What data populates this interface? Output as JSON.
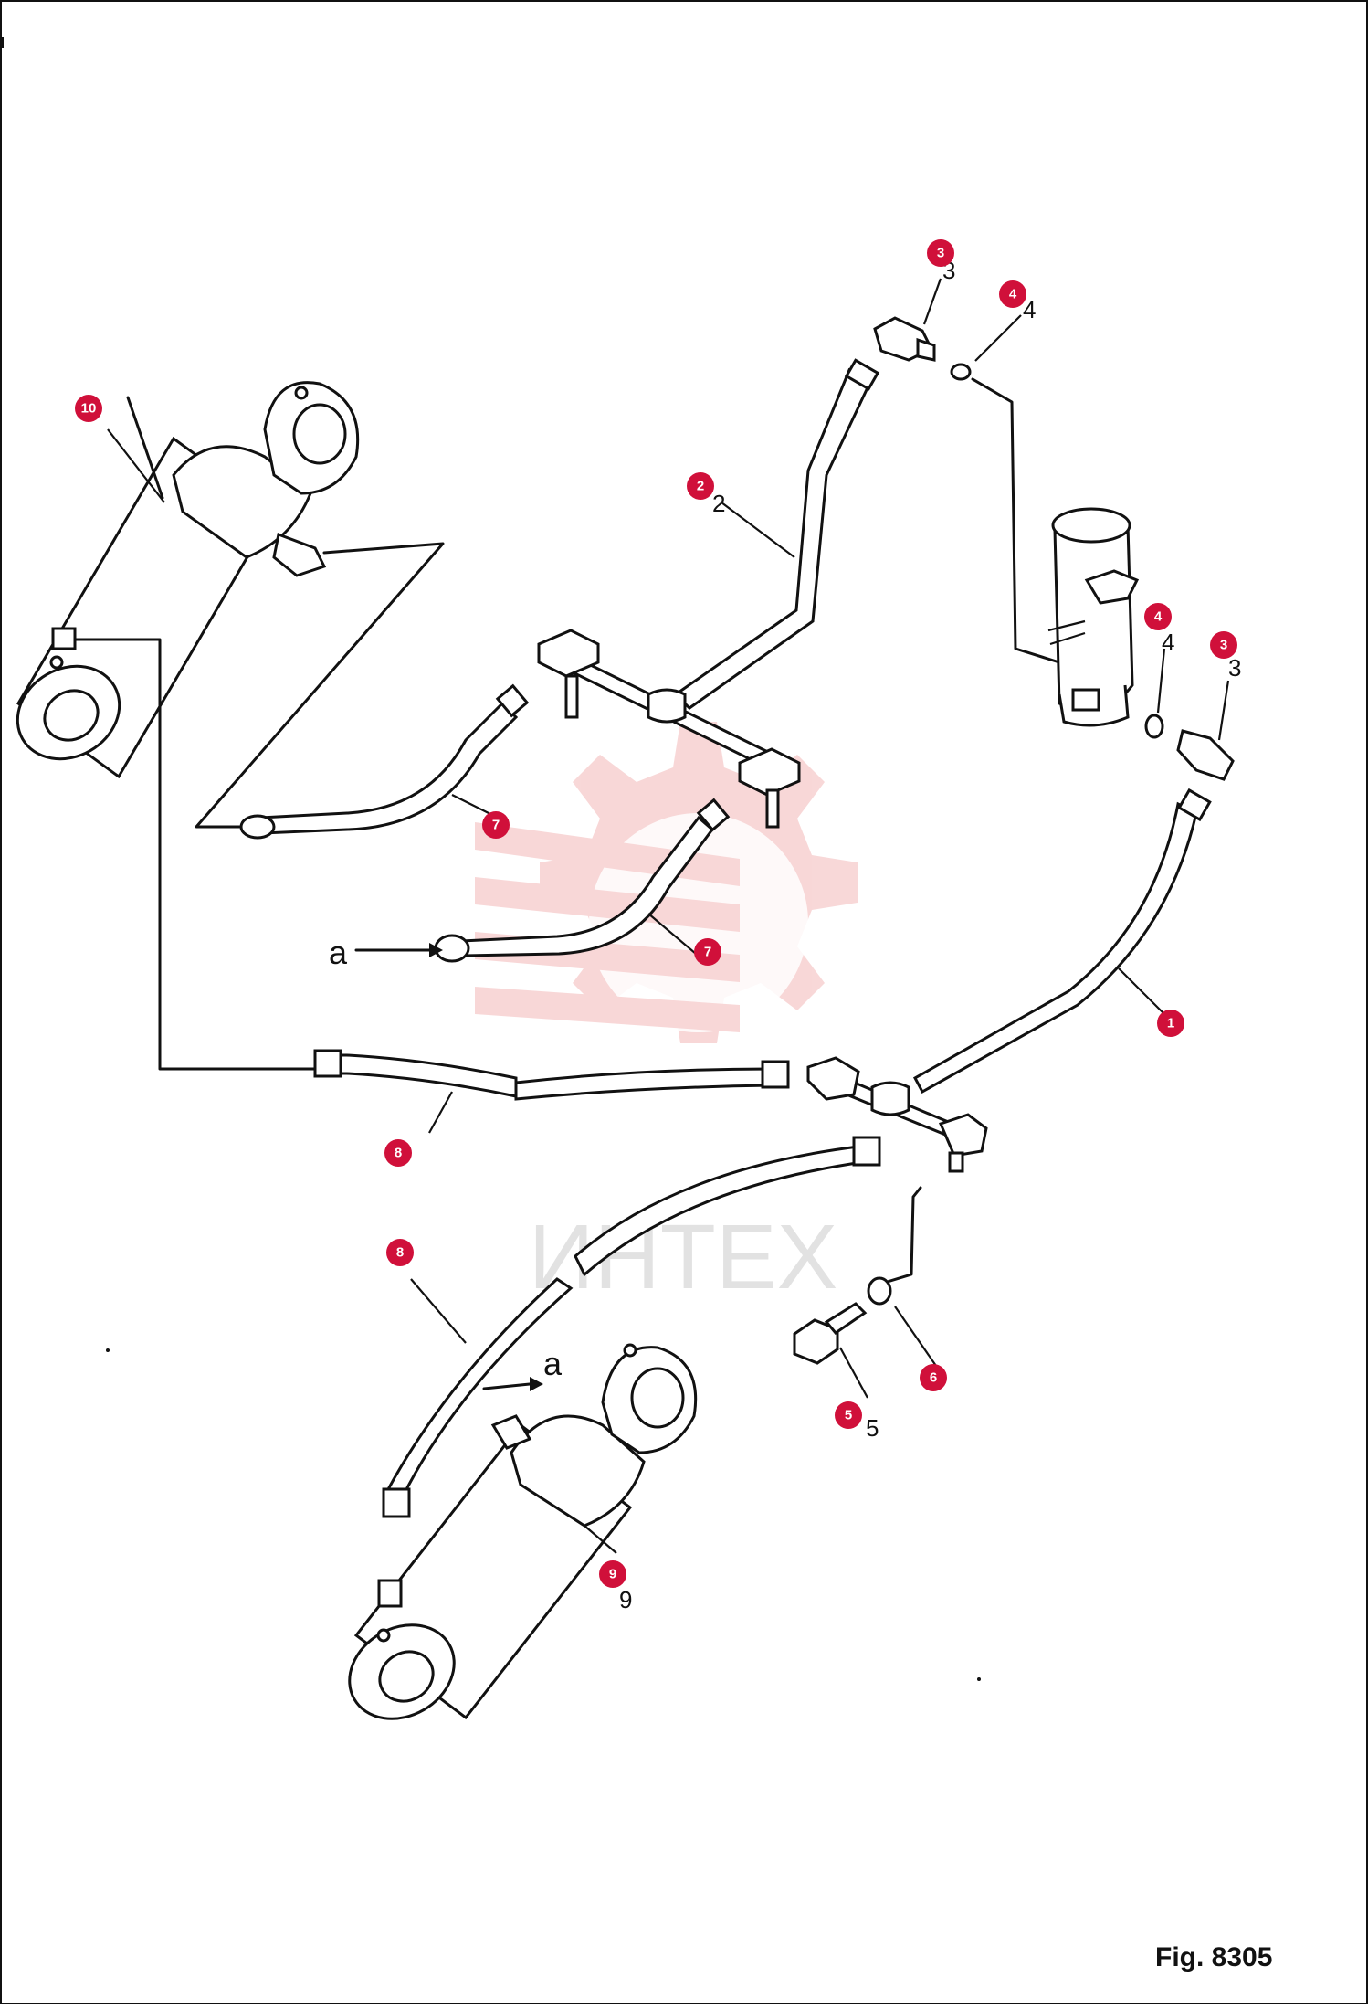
{
  "figure": {
    "caption": "Fig. 8305"
  },
  "watermark": {
    "text": "ИНТЕХ",
    "color": "#f5c2c2"
  },
  "markers": [
    {
      "id": "m-3a",
      "label": "3"
    },
    {
      "id": "m-4a",
      "label": "4"
    },
    {
      "id": "m-10",
      "label": "10"
    },
    {
      "id": "m-2",
      "label": "2"
    },
    {
      "id": "m-4b",
      "label": "4"
    },
    {
      "id": "m-3b",
      "label": "3"
    },
    {
      "id": "m-7a",
      "label": "7"
    },
    {
      "id": "m-7b",
      "label": "7"
    },
    {
      "id": "m-1",
      "label": "1"
    },
    {
      "id": "m-8a",
      "label": "8"
    },
    {
      "id": "m-8b",
      "label": "8"
    },
    {
      "id": "m-6",
      "label": "6"
    },
    {
      "id": "m-5",
      "label": "5"
    },
    {
      "id": "m-9",
      "label": "9"
    }
  ],
  "part_labels": [
    "3",
    "4",
    "2",
    "4",
    "3",
    "5",
    "9"
  ],
  "arrow_labels": [
    "a",
    "a"
  ],
  "colors": {
    "marker": "#d0103a",
    "ink": "#111111"
  }
}
